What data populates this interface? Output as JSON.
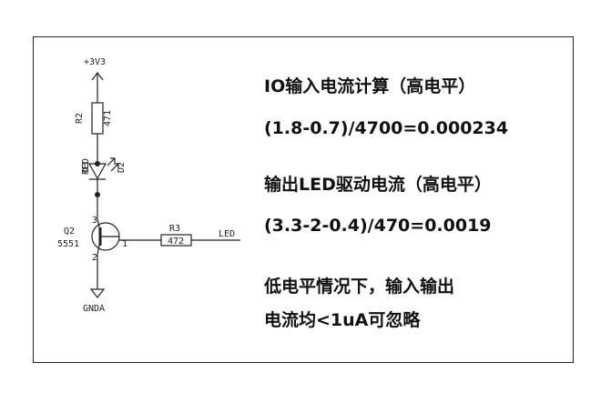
{
  "schematic": {
    "supply_label": "+3V3",
    "r2_ref": "R2",
    "r2_value": "471",
    "d2_ref": "D2",
    "d3_ref": "D3",
    "led_color": "RED",
    "q2_ref": "Q2",
    "q2_part": "5551",
    "q_pin_3": "3",
    "q_pin_1": "1",
    "q_pin_2": "2",
    "r3_ref": "R3",
    "r3_value": "472",
    "net_led": "LED",
    "ground_label": "GNDA"
  },
  "notes": {
    "line1": "IO输入电流计算（高电平）",
    "line2": "(1.8-0.7)/4700=0.000234",
    "line3": "输出LED驱动电流（高电平）",
    "line4": "(3.3-2-0.4)/470=0.0019",
    "line5": "低电平情况下，输入输出",
    "line6": "电流均<1uA可忽略"
  }
}
